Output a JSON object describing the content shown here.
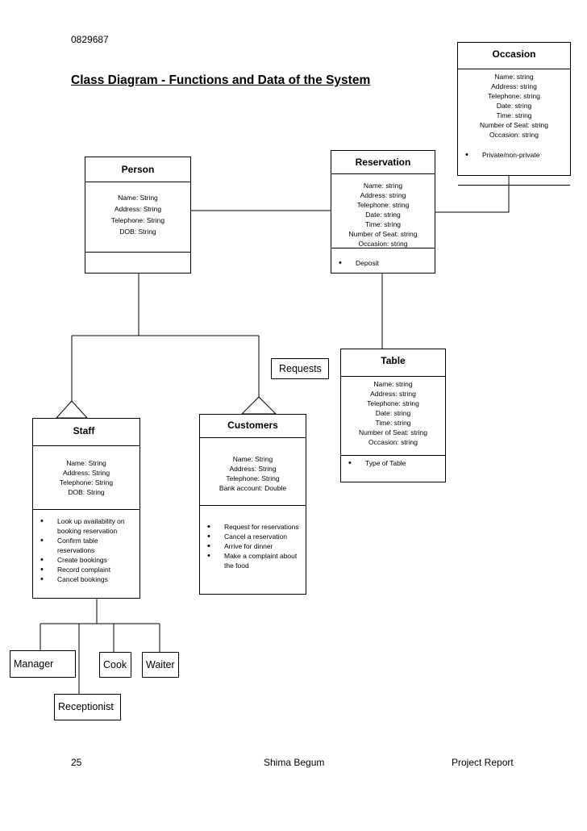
{
  "header": {
    "doc_id": "0829687",
    "title": "Class Diagram - Functions and Data of the System"
  },
  "classes": {
    "occasion": {
      "name": "Occasion",
      "attributes": [
        "Name: string",
        "Address: string",
        "Telephone: string",
        "Date: string",
        "Time: string",
        "Number of Seat: string",
        "Occasion: string"
      ],
      "methods": [
        "Private/non-private"
      ]
    },
    "reservation": {
      "name": "Reservation",
      "attributes": [
        "Name: string",
        "Address: string",
        "Telephone: string",
        "Date: string",
        "Time: string",
        "Number of Seat: string",
        "Occasion: string"
      ],
      "methods": [
        "Deposit"
      ]
    },
    "person": {
      "name": "Person",
      "attributes": [
        "Name: String",
        "Address: String",
        "Telephone: String",
        "DOB: String"
      ],
      "methods": []
    },
    "table": {
      "name": "Table",
      "attributes": [
        "Name: string",
        "Address: string",
        "Telephone: string",
        "Date: string",
        "Time: string",
        "Number of Seat: string",
        "Occasion: string"
      ],
      "methods": [
        "Type of Table"
      ]
    },
    "staff": {
      "name": "Staff",
      "attributes": [
        "Name: String",
        "Address: String",
        "Telephone: String",
        "DOB: String"
      ],
      "methods": [
        "Look up availability on booking reservation",
        "Confirm table reservations",
        "Create bookings",
        "Record complaint",
        "Cancel bookings"
      ]
    },
    "customers": {
      "name": "Customers",
      "attributes": [
        "Name: String",
        "Address: String",
        "Telephone: String",
        "Bank account: Double"
      ],
      "methods": [
        "Request for reservations",
        "Cancel a reservation",
        "Arrive for dinner",
        "Make a complaint about the food"
      ]
    }
  },
  "labels": {
    "requests": "Requests"
  },
  "roles": {
    "manager": "Manager",
    "cook": "Cook",
    "waiter": "Waiter",
    "receptionist": "Receptionist"
  },
  "footer": {
    "page_number": "25",
    "author": "Shima Begum",
    "doc_type": "Project Report"
  }
}
